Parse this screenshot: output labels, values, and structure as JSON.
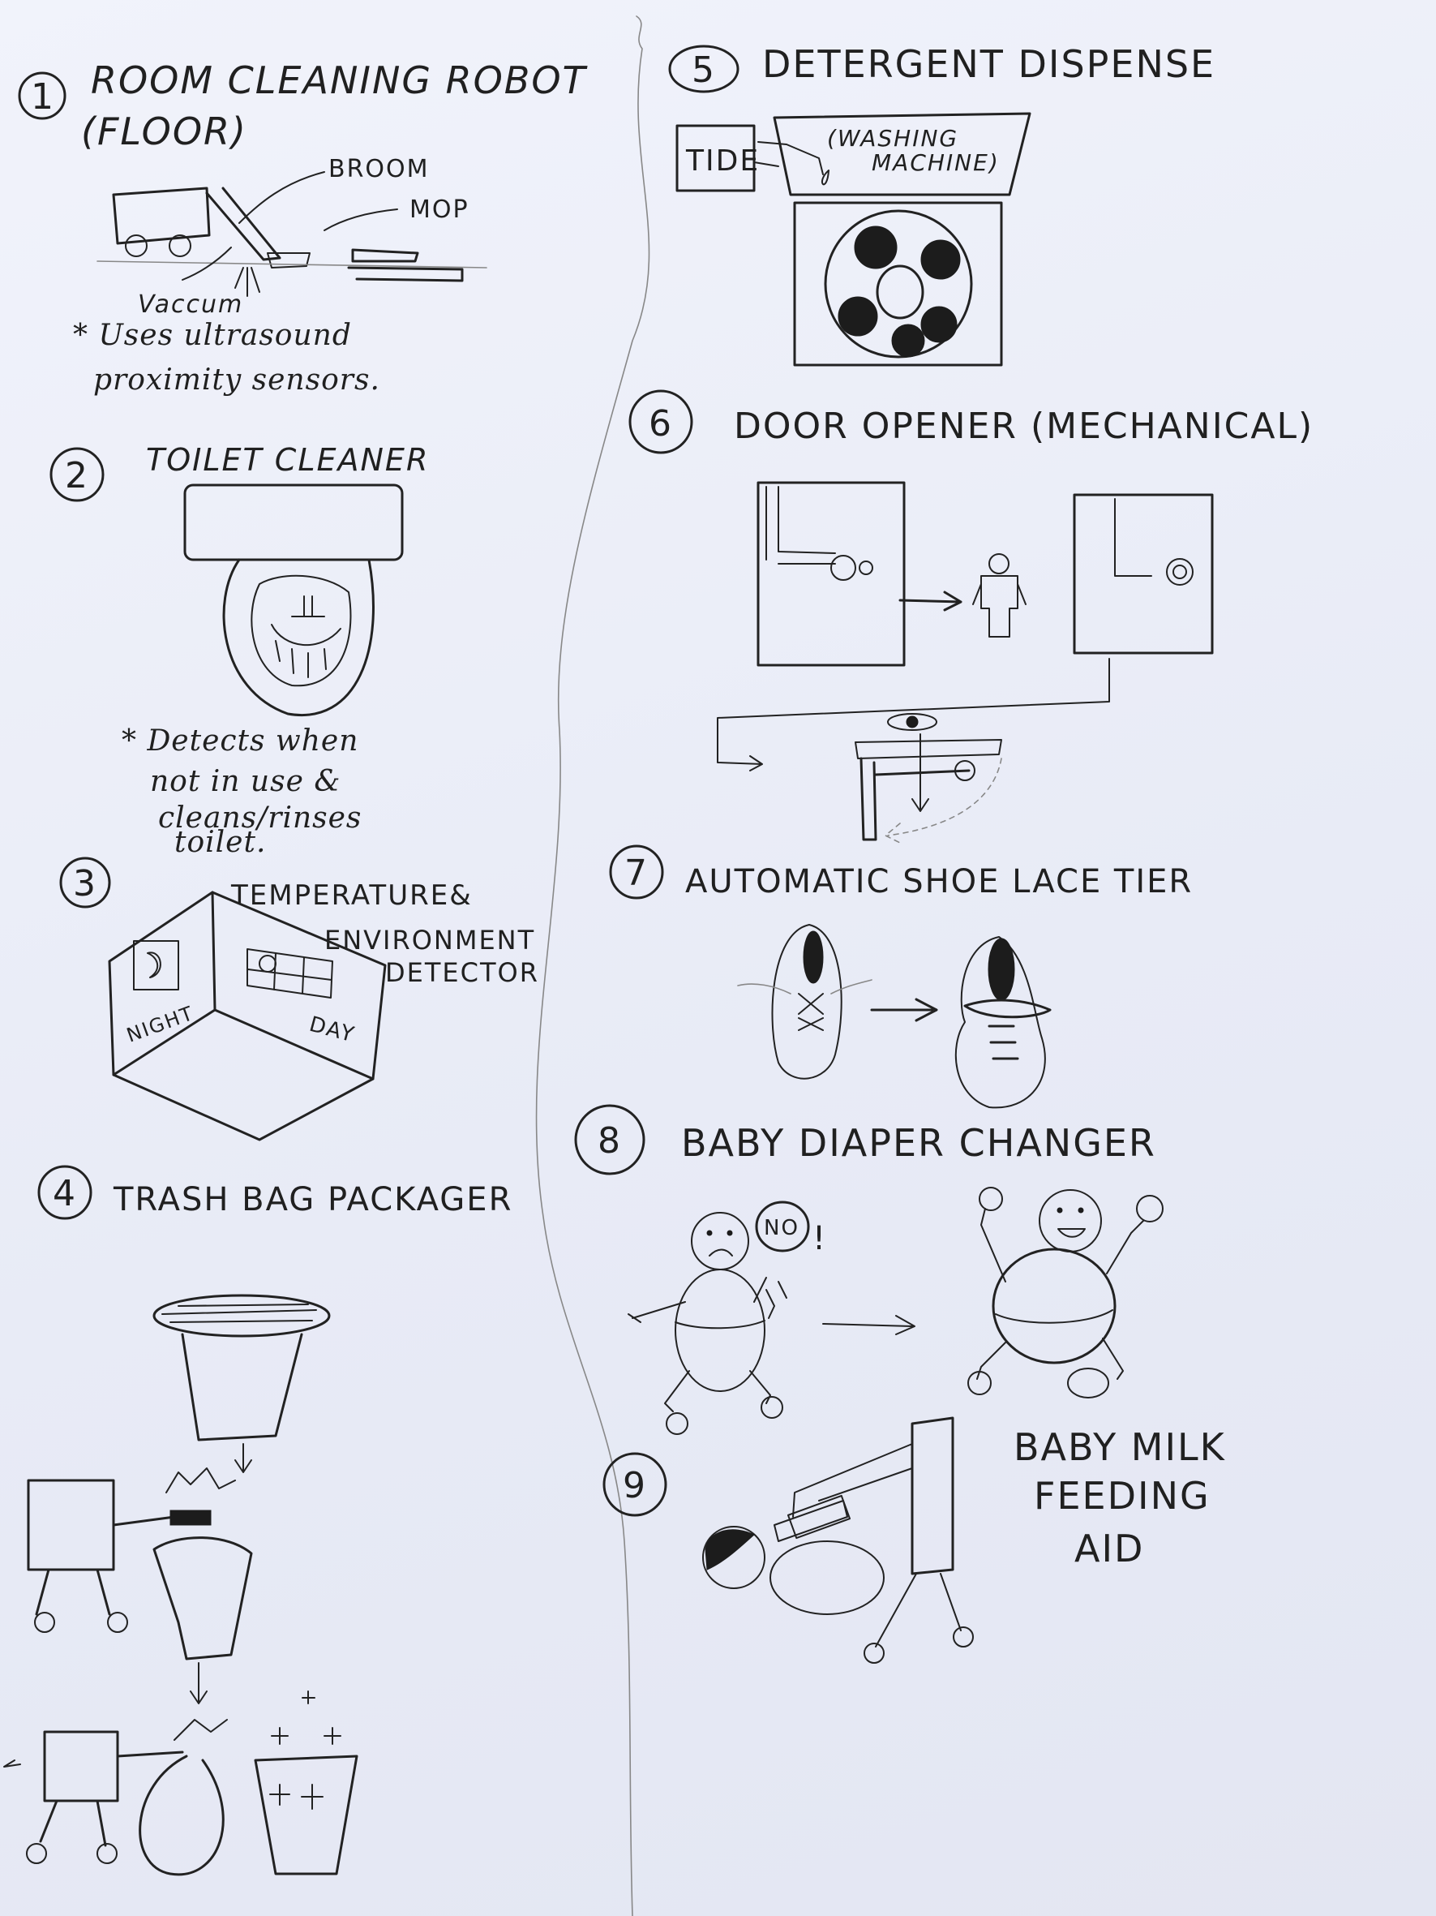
{
  "column_left": {
    "idea1": {
      "number": "1",
      "title": "ROOM CLEANING ROBOT",
      "subtitle": "(FLOOR)",
      "labels": {
        "broom": "BROOM",
        "mop": "MOP",
        "vacuum": "Vaccum"
      },
      "note_line1": "* Uses ultrasound",
      "note_line2": "proximity sensors."
    },
    "idea2": {
      "number": "2",
      "title": "TOILET CLEANER",
      "note_line1": "* Detects when",
      "note_line2": "not in use &",
      "note_line3": "cleans/rinses",
      "note_line4": "toilet."
    },
    "idea3": {
      "number": "3",
      "title_line1": "TEMPERATURE&",
      "title_line2": "ENVIRONMENT",
      "title_line3": "DETECTOR",
      "labels": {
        "night": "NIGHT",
        "day": "DAY"
      }
    },
    "idea4": {
      "number": "4",
      "title": "TRASH BAG PACKAGER"
    }
  },
  "column_right": {
    "idea5": {
      "number": "5",
      "title": "DETERGENT DISPENSE",
      "labels": {
        "tide": "TIDE",
        "washing_line1": "(WASHING",
        "washing_line2": "MACHINE)"
      }
    },
    "idea6": {
      "number": "6",
      "title": "DOOR OPENER (MECHANICAL)"
    },
    "idea7": {
      "number": "7",
      "title": "AUTOMATIC SHOE LACE TIER"
    },
    "idea8": {
      "number": "8",
      "title": "BABY DIAPER CHANGER",
      "speech": "NO",
      "exclaim": "!"
    },
    "idea9": {
      "number": "9",
      "title_line1": "BABY MILK",
      "title_line2": "FEEDING",
      "title_line3": "AID"
    }
  }
}
